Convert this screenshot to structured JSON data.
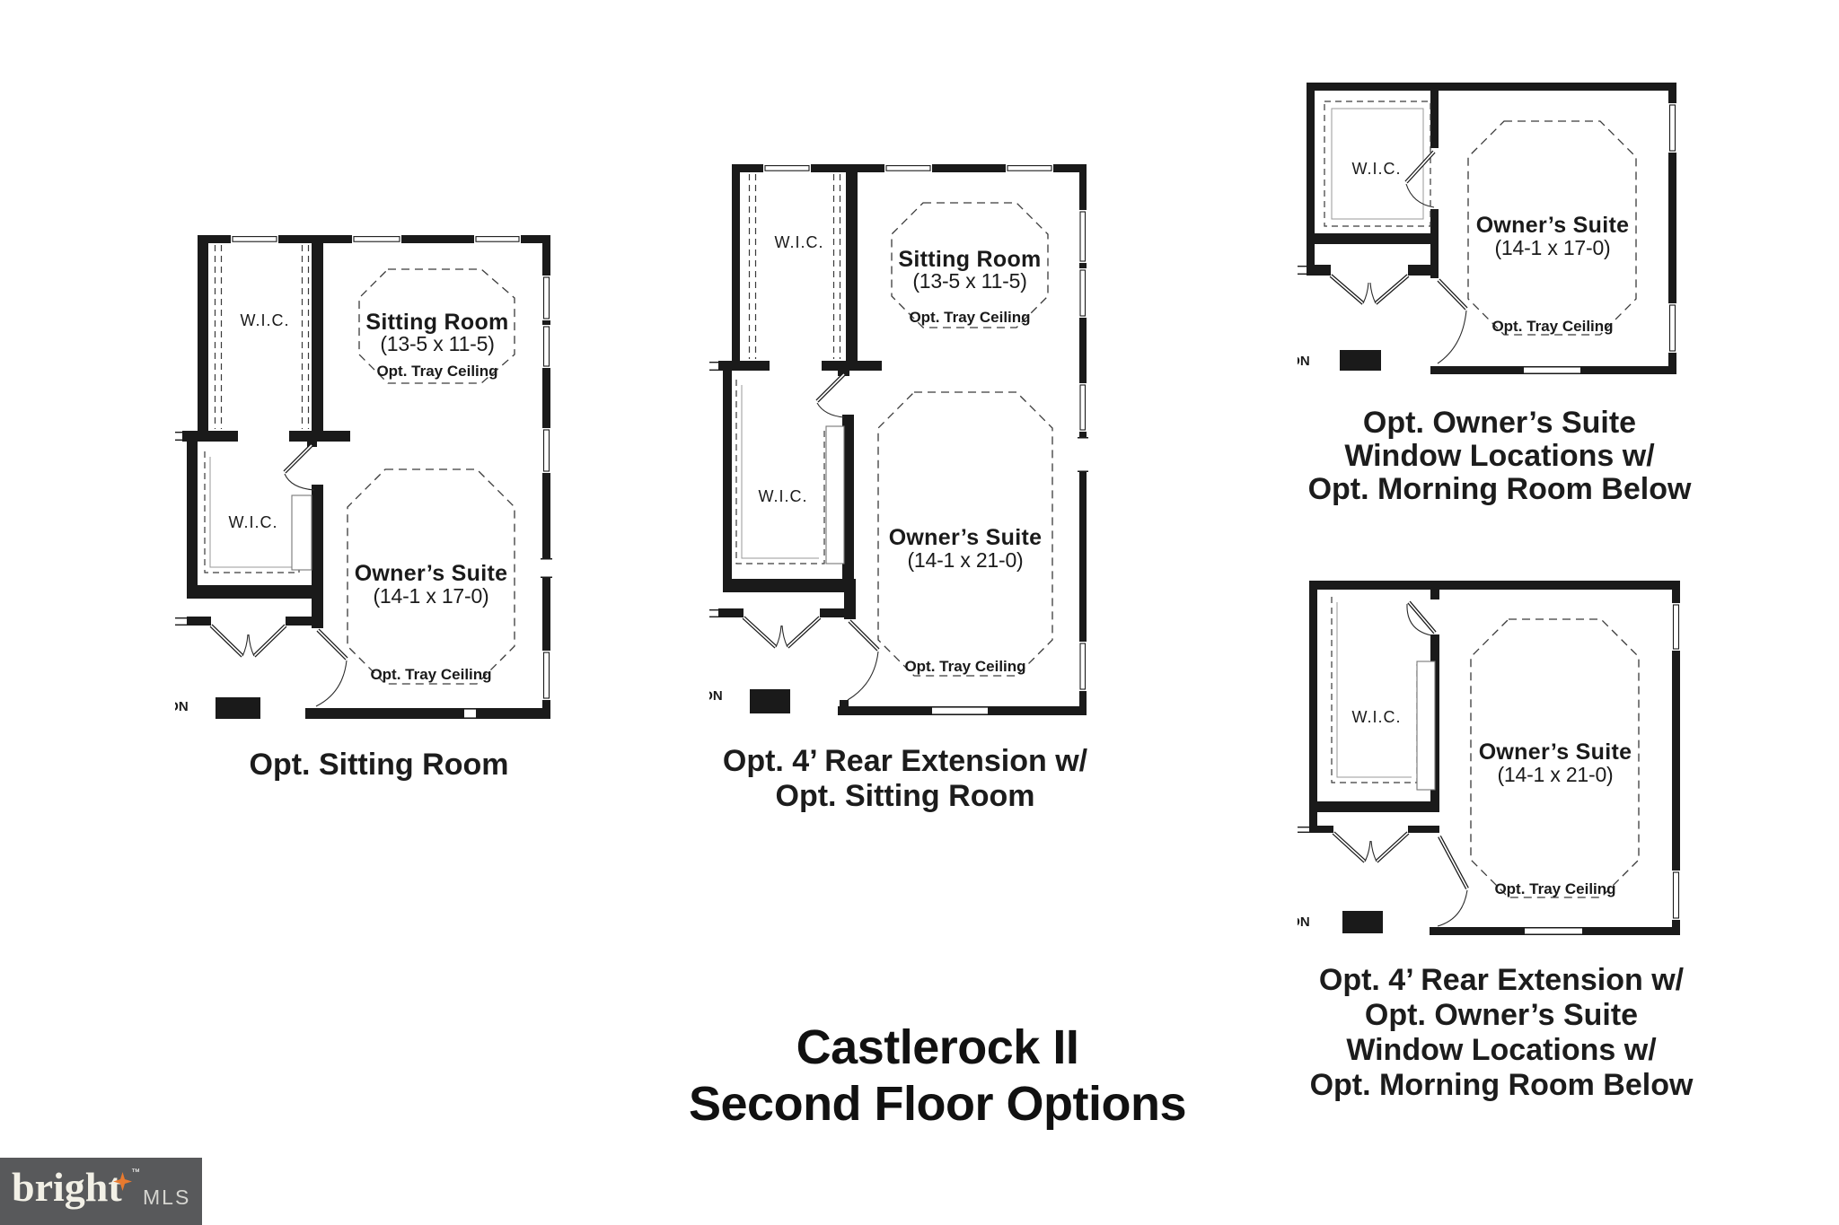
{
  "title": {
    "lines": [
      "Castlerock II",
      "Second Floor Options"
    ]
  },
  "plans": {
    "plan1": {
      "caption": [
        "Opt. Sitting Room"
      ],
      "labels": {
        "wic_upper": "W.I.C.",
        "wic_lower": "W.I.C.",
        "stair": "DN"
      },
      "sitting_room": {
        "name": "Sitting Room",
        "dims": "(13-5 x 11-5)",
        "note": "Opt. Tray Ceiling"
      },
      "owners_suite": {
        "name": "Owner’s Suite",
        "dims": "(14-1 x 17-0)",
        "note": "Opt. Tray Ceiling"
      }
    },
    "plan2": {
      "caption": [
        "Opt. 4’ Rear Extension w/",
        "Opt. Sitting Room"
      ],
      "labels": {
        "wic_upper": "W.I.C.",
        "wic_lower": "W.I.C.",
        "stair": "DN"
      },
      "sitting_room": {
        "name": "Sitting Room",
        "dims": "(13-5 x 11-5)",
        "note": "Opt. Tray Ceiling"
      },
      "owners_suite": {
        "name": "Owner’s Suite",
        "dims": "(14-1 x 21-0)",
        "note": "Opt. Tray Ceiling"
      }
    },
    "plan3": {
      "caption": [
        "Opt. Owner’s Suite",
        "Window Locations w/",
        "Opt. Morning Room Below"
      ],
      "labels": {
        "wic": "W.I.C.",
        "stair": "DN"
      },
      "owners_suite": {
        "name": "Owner’s Suite",
        "dims": "(14-1 x 17-0)",
        "note": "Opt. Tray Ceiling"
      }
    },
    "plan4": {
      "caption": [
        "Opt. 4’ Rear Extension w/",
        "Opt. Owner’s Suite",
        "Window Locations w/",
        "Opt. Morning Room Below"
      ],
      "labels": {
        "wic": "W.I.C.",
        "stair": "DN"
      },
      "owners_suite": {
        "name": "Owner’s Suite",
        "dims": "(14-1 x 21-0)",
        "note": "Opt. Tray Ceiling"
      }
    }
  },
  "logo": {
    "brand": "bright",
    "tm": "™",
    "suffix": "MLS"
  },
  "colors": {
    "wall": "#1a1a1a",
    "logo_bg": "#58595b",
    "logo_star": "#e87a2f",
    "logo_text": "#f2f0e6"
  }
}
